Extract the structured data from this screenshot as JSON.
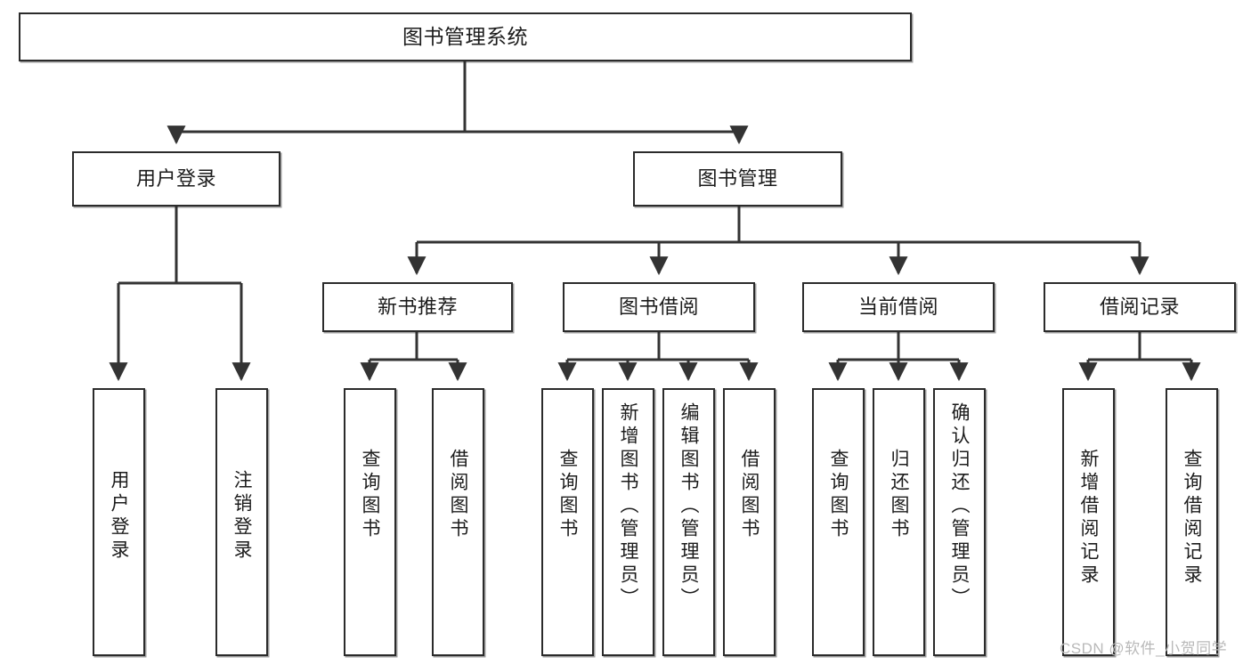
{
  "diagram": {
    "type": "tree",
    "title": "图书管理系统",
    "root": {
      "label": "图书管理系统"
    },
    "level2": [
      {
        "label": "用户登录"
      },
      {
        "label": "图书管理"
      }
    ],
    "level3": [
      {
        "label": "新书推荐"
      },
      {
        "label": "图书借阅"
      },
      {
        "label": "当前借阅"
      },
      {
        "label": "借阅记录"
      }
    ],
    "leaves": {
      "user_login": [
        {
          "label": "用户登录"
        },
        {
          "label": "注销登录"
        }
      ],
      "new_book_recommend": [
        {
          "label": "查询图书"
        },
        {
          "label": "借阅图书"
        }
      ],
      "book_borrow": [
        {
          "label": "查询图书"
        },
        {
          "label": "新增图书（管理员）"
        },
        {
          "label": "编辑图书（管理员）"
        },
        {
          "label": "借阅图书"
        }
      ],
      "current_borrow": [
        {
          "label": "查询图书"
        },
        {
          "label": "归还图书"
        },
        {
          "label": "确认归还（管理员）"
        }
      ],
      "borrow_record": [
        {
          "label": "新增借阅记录"
        },
        {
          "label": "查询借阅记录"
        }
      ]
    },
    "watermark": "CSDN @软件_小贺同学",
    "colors": {
      "border": "#2b2b2b",
      "background": "#ffffff",
      "text": "#1c1c1c",
      "connector": "#333333",
      "watermark": "#b9b9b9"
    }
  }
}
